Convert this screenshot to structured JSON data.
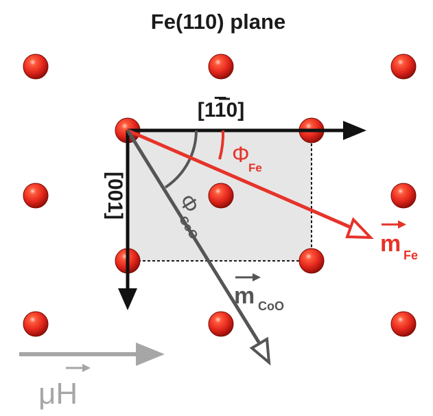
{
  "title": "Fe(110) plane",
  "axes": {
    "horizontal": {
      "bracket_open": "[1",
      "overbar_digit": "1",
      "bracket_close": "0]"
    },
    "vertical": {
      "label": "[001]"
    }
  },
  "angles": {
    "fe": {
      "symbol": "Φ",
      "subscript": "Fe"
    },
    "coo": {
      "symbol": "Φ",
      "subscript": "CoO"
    }
  },
  "vectors": {
    "m_fe": {
      "symbol": "m",
      "subscript": "Fe"
    },
    "m_coo": {
      "symbol": "m",
      "subscript": "CoO"
    },
    "field": {
      "text": "μH"
    }
  },
  "colors": {
    "atom": "#e3261c",
    "fe_vector": "#e63329",
    "coo_vector": "#555555",
    "axis_arrow": "#111111",
    "field_arrow": "#a6a6a6",
    "cell_fill": "#e6e6e6"
  }
}
